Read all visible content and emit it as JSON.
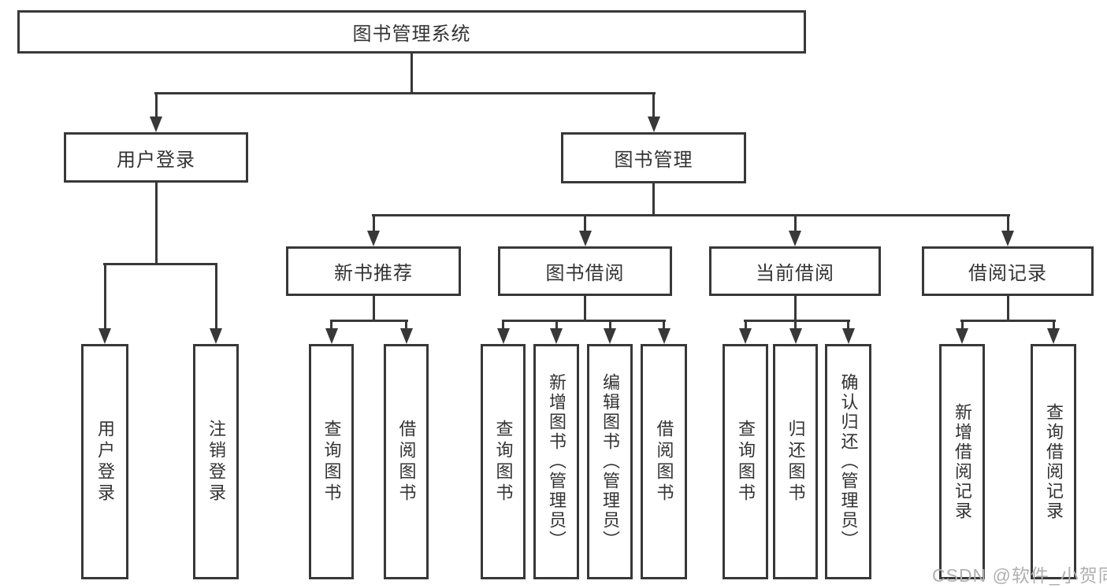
{
  "diagram": {
    "root": {
      "label": "图书管理系统"
    },
    "branches": [
      {
        "label": "用户登录",
        "children": [
          {
            "label": "用户登录"
          },
          {
            "label": "注销登录"
          }
        ]
      },
      {
        "label": "图书管理",
        "children": [
          {
            "label": "新书推荐",
            "children": [
              {
                "label": "查询图书"
              },
              {
                "label": "借阅图书"
              }
            ]
          },
          {
            "label": "图书借阅",
            "children": [
              {
                "label": "查询图书"
              },
              {
                "label": "新增图书（管理员）"
              },
              {
                "label": "编辑图书（管理员）"
              },
              {
                "label": "借阅图书"
              }
            ]
          },
          {
            "label": "当前借阅",
            "children": [
              {
                "label": "查询图书"
              },
              {
                "label": "归还图书"
              },
              {
                "label": "确认归还（管理员）"
              }
            ]
          },
          {
            "label": "借阅记录",
            "children": [
              {
                "label": "新增借阅记录"
              },
              {
                "label": "查询借阅记录"
              }
            ]
          }
        ]
      }
    ]
  },
  "watermark": {
    "text": "CSDN @软件_小贺同学"
  },
  "colors": {
    "line": "#383838",
    "text": "#333333",
    "watermark": "#b0b0b0",
    "background": "#ffffff"
  }
}
